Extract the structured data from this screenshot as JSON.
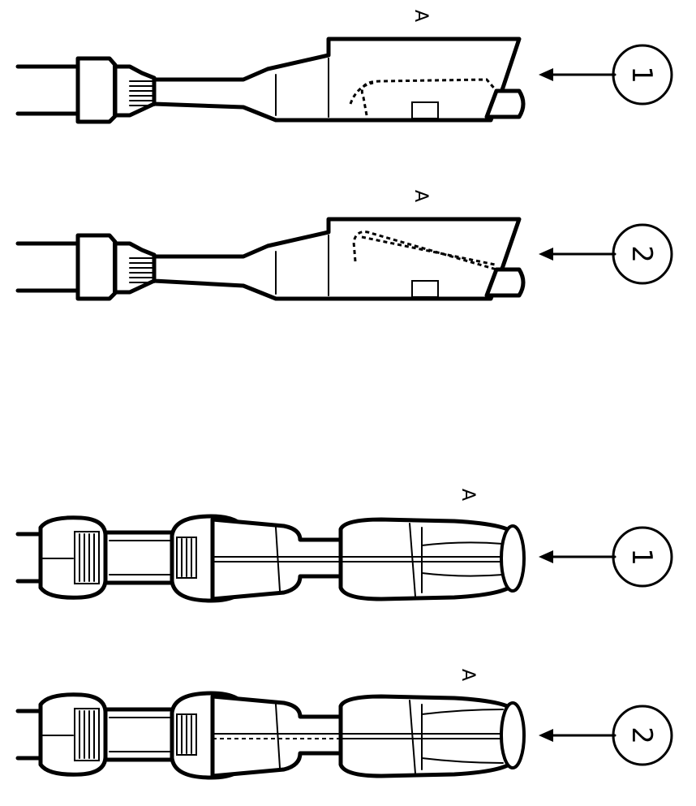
{
  "figures": [
    {
      "id": "side-1",
      "view_label": "A",
      "callout": "1"
    },
    {
      "id": "side-2",
      "view_label": "A",
      "callout": "2"
    },
    {
      "id": "top-1",
      "view_label": "A",
      "callout": "1"
    },
    {
      "id": "top-2",
      "view_label": "A",
      "callout": "2"
    }
  ]
}
